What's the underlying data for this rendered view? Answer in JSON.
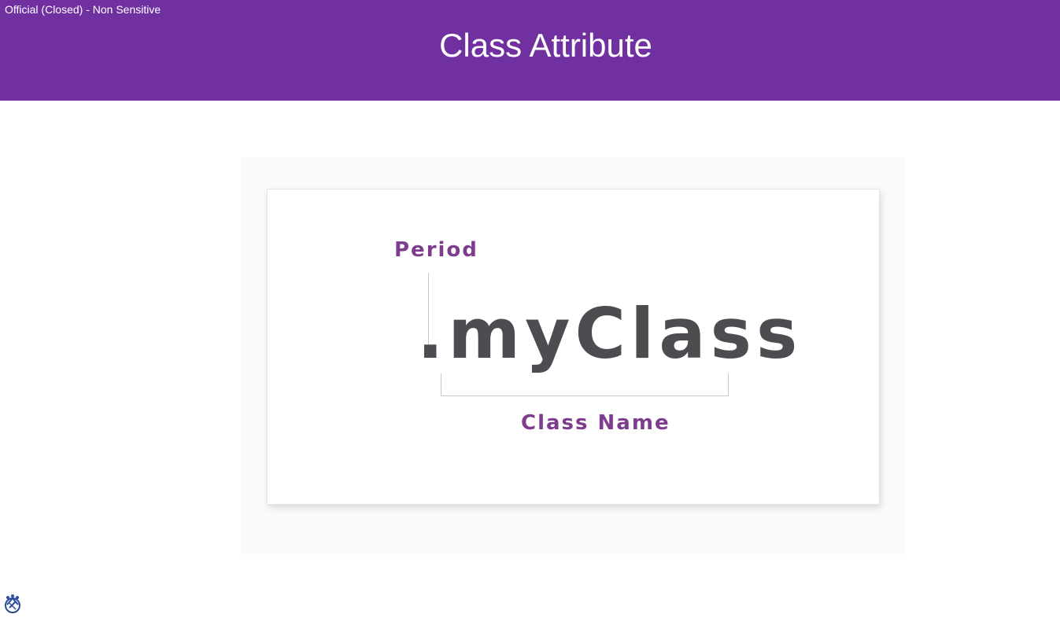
{
  "header": {
    "classification": "Official (Closed) - Non Sensitive",
    "title": "Class Attribute",
    "background_color": "#7030a0"
  },
  "diagram": {
    "code_text": ".myClass",
    "period_label": "Period",
    "class_name_label": "Class Name",
    "label_color": "#7d3c8e",
    "code_color": "#4d4d51"
  },
  "footer": {
    "logo_icon": "institution-logo-icon"
  }
}
